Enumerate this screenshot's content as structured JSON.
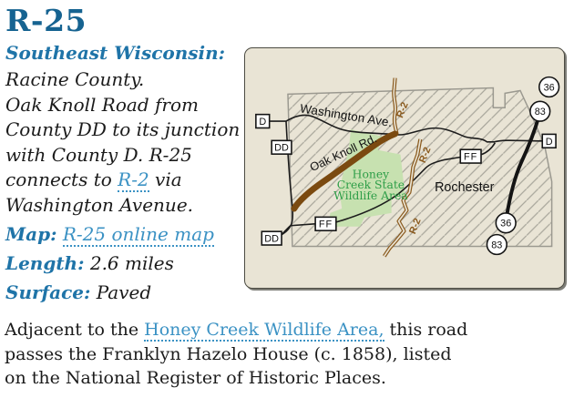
{
  "colors": {
    "title_blue": "#166391",
    "heading_blue": "#1f74a8",
    "link_blue": "#3b92c4",
    "body_text": "#1b1b1b",
    "map_bg": "#e9e4d5",
    "rustic_road_brown": "#7b4a10",
    "r2_brown": "#8a5a1e",
    "wildlife_green_fill": "#c7e1b0",
    "wildlife_green_text": "#2e9e48"
  },
  "header": {
    "title": "R-25",
    "region": "Southeast Wisconsin:"
  },
  "intro": {
    "line1": "Racine County.",
    "line2": "Oak Knoll Road from",
    "line3": "County DD to its junction",
    "line4": "with County D. R-25",
    "line5_prefix": "connects to ",
    "line5_link": "R-2",
    "line5_suffix": " via",
    "line6": "Washington Avenue."
  },
  "meta": {
    "map_label": "Map:",
    "map_link": "R-25 online map",
    "length_label": "Length:",
    "length_value": "2.6 miles",
    "surface_label": "Surface:",
    "surface_value": "Paved"
  },
  "footer": {
    "prefix": "Adjacent to the ",
    "link": "Honey Creek Wildlife Area,",
    "line1_suffix": " this road",
    "line2": "passes the Franklyn Hazelo House (c. 1858), listed",
    "line3": "on the National Register of Historic Places."
  },
  "map": {
    "labels": {
      "washington": "Washington Ave.",
      "oak_knoll": "Oak Knoll Rd.",
      "rochester": "Rochester",
      "r2": "R-2",
      "wildlife1": "Honey",
      "wildlife2": "Creek State",
      "wildlife3": "Wildlife Area"
    },
    "markers": {
      "d_left": "D",
      "dd_left": "DD",
      "ff_south": "FF",
      "dd_south": "DD",
      "ff_east": "FF",
      "d_east": "D"
    },
    "shields": {
      "n36_top": "36",
      "n83_top": "83",
      "n36_bottom": "36",
      "n83_bottom": "83"
    }
  }
}
